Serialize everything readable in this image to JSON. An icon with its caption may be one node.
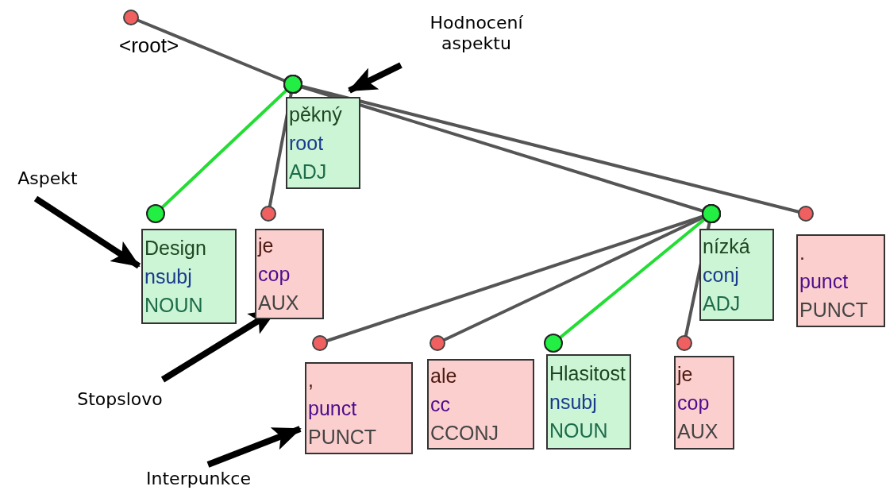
{
  "diagram": {
    "nodes": [
      {
        "text": [
          "<root>"
        ]
      },
      {
        "text": [
          "Hodnocení aspektu"
        ]
      },
      {
        "text": [
          "pěkný",
          "root",
          "ADJ"
        ]
      },
      {
        "text": [
          "Aspekt"
        ]
      },
      {
        "text": [
          "Design",
          "nsubj",
          "NOUN"
        ]
      },
      {
        "text": [
          "je",
          "cop",
          "AUX"
        ]
      },
      {
        "text": [
          "nízká",
          "conj",
          "ADJ"
        ]
      },
      {
        "text": [
          ".",
          "punct",
          "PUNCT"
        ]
      },
      {
        "text": [
          ",",
          "punct",
          "PUNCT"
        ]
      },
      {
        "text": [
          "ale",
          "cc",
          "CCONJ"
        ]
      },
      {
        "text": [
          "Hlasitost",
          "nsubj",
          "NOUN"
        ]
      },
      {
        "text": [
          "je",
          "cop",
          "AUX"
        ]
      },
      {
        "text": [
          "Stopslovo"
        ]
      },
      {
        "text": [
          "Interpunkce"
        ]
      }
    ],
    "edges": [
      {
        "from": 0,
        "to": 2,
        "arrow": "other"
      },
      {
        "from": 2,
        "to": 4,
        "arrow": "other",
        "color": "#22dd33"
      },
      {
        "from": 2,
        "to": 5,
        "arrow": "other"
      },
      {
        "from": 2,
        "to": 6,
        "arrow": "other"
      },
      {
        "from": 2,
        "to": 7,
        "arrow": "other"
      },
      {
        "from": 6,
        "to": 8,
        "arrow": "other"
      },
      {
        "from": 6,
        "to": 9,
        "arrow": "other"
      },
      {
        "from": 6,
        "to": 10,
        "arrow": "other",
        "color": "#22dd33"
      },
      {
        "from": 6,
        "to": 11,
        "arrow": "other"
      },
      {
        "from": 1,
        "to": 2,
        "arrow": "to",
        "style": "thick",
        "color": "#000000"
      },
      {
        "from": 3,
        "to": 4,
        "arrow": "to",
        "style": "thick",
        "color": "#000000"
      },
      {
        "from": 12,
        "to": 5,
        "arrow": "to",
        "style": "thick",
        "color": "#000000"
      },
      {
        "from": 13,
        "to": 8,
        "arrow": "to",
        "style": "thick",
        "color": "#000000"
      }
    ]
  }
}
